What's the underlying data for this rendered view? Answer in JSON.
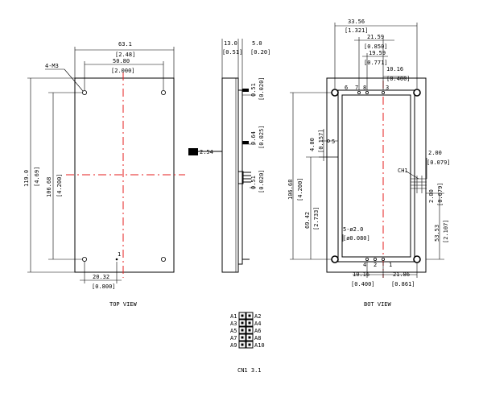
{
  "top_view": {
    "label": "TOP VIEW",
    "hole_note": "4-M3",
    "width": {
      "mm": "63.1",
      "in": "[2.48]"
    },
    "hole_span": {
      "mm": "50.80",
      "in": "[2.000]"
    },
    "height": {
      "mm": "119.0",
      "in": "[4.69]"
    },
    "hole_height": {
      "mm": "106.68",
      "in": "[4.200]"
    },
    "pin_offset": {
      "mm": "20.32",
      "in": "[0.800]"
    },
    "pin1": "1"
  },
  "side_view": {
    "thickness": {
      "mm": "13.0",
      "in": "[0.51]"
    },
    "board": {
      "mm": "5.0",
      "in": "[0.20]"
    },
    "dim_a": {
      "mm": "0.51",
      "in": "[0.020]"
    },
    "dim_b": {
      "mm": "0.64",
      "in": "[0.025]"
    },
    "dim_c": {
      "mm": "0.51",
      "in": "[0.020]"
    },
    "pcb_label": "2.54"
  },
  "bottom_view": {
    "label": "BOT VIEW",
    "w1": {
      "mm": "33.56",
      "in": "[1.321]"
    },
    "w2": {
      "mm": "21.59",
      "in": "[0.850]"
    },
    "w3": {
      "mm": "19.59",
      "in": "[0.771]"
    },
    "w4": {
      "mm": "10.16",
      "in": "[0.400]"
    },
    "pins_top": [
      "6",
      "7",
      "8",
      "3"
    ],
    "dim_9": {
      "mm": "4.00",
      "in": "[0.157]"
    },
    "pin_5": "5",
    "ch1": "CH1",
    "dim_2a": {
      "mm": "2.00",
      "in": "[0.079]"
    },
    "dim_2b": {
      "mm": "2.00",
      "in": "[0.079]"
    },
    "h1": {
      "mm": "106.68",
      "in": "[4.200]"
    },
    "h2": {
      "mm": "69.42",
      "in": "[2.733]"
    },
    "h3": {
      "mm": "53.53",
      "in": "[2.107]"
    },
    "holes": {
      "mm": "5-ø2.0",
      "in": "[ø0.080]"
    },
    "pins_bottom": [
      "4",
      "2",
      "1"
    ],
    "bl": {
      "mm": "10.16",
      "in": "[0.400]"
    },
    "br": {
      "mm": "21.86",
      "in": "[0.861]"
    }
  },
  "connector": {
    "label": "CN1  3.1",
    "rows": [
      {
        "left": "A1",
        "right": "A2"
      },
      {
        "left": "A3",
        "right": "A4"
      },
      {
        "left": "A5",
        "right": "A6"
      },
      {
        "left": "A7",
        "right": "A8"
      },
      {
        "left": "A9",
        "right": "A10"
      }
    ]
  }
}
